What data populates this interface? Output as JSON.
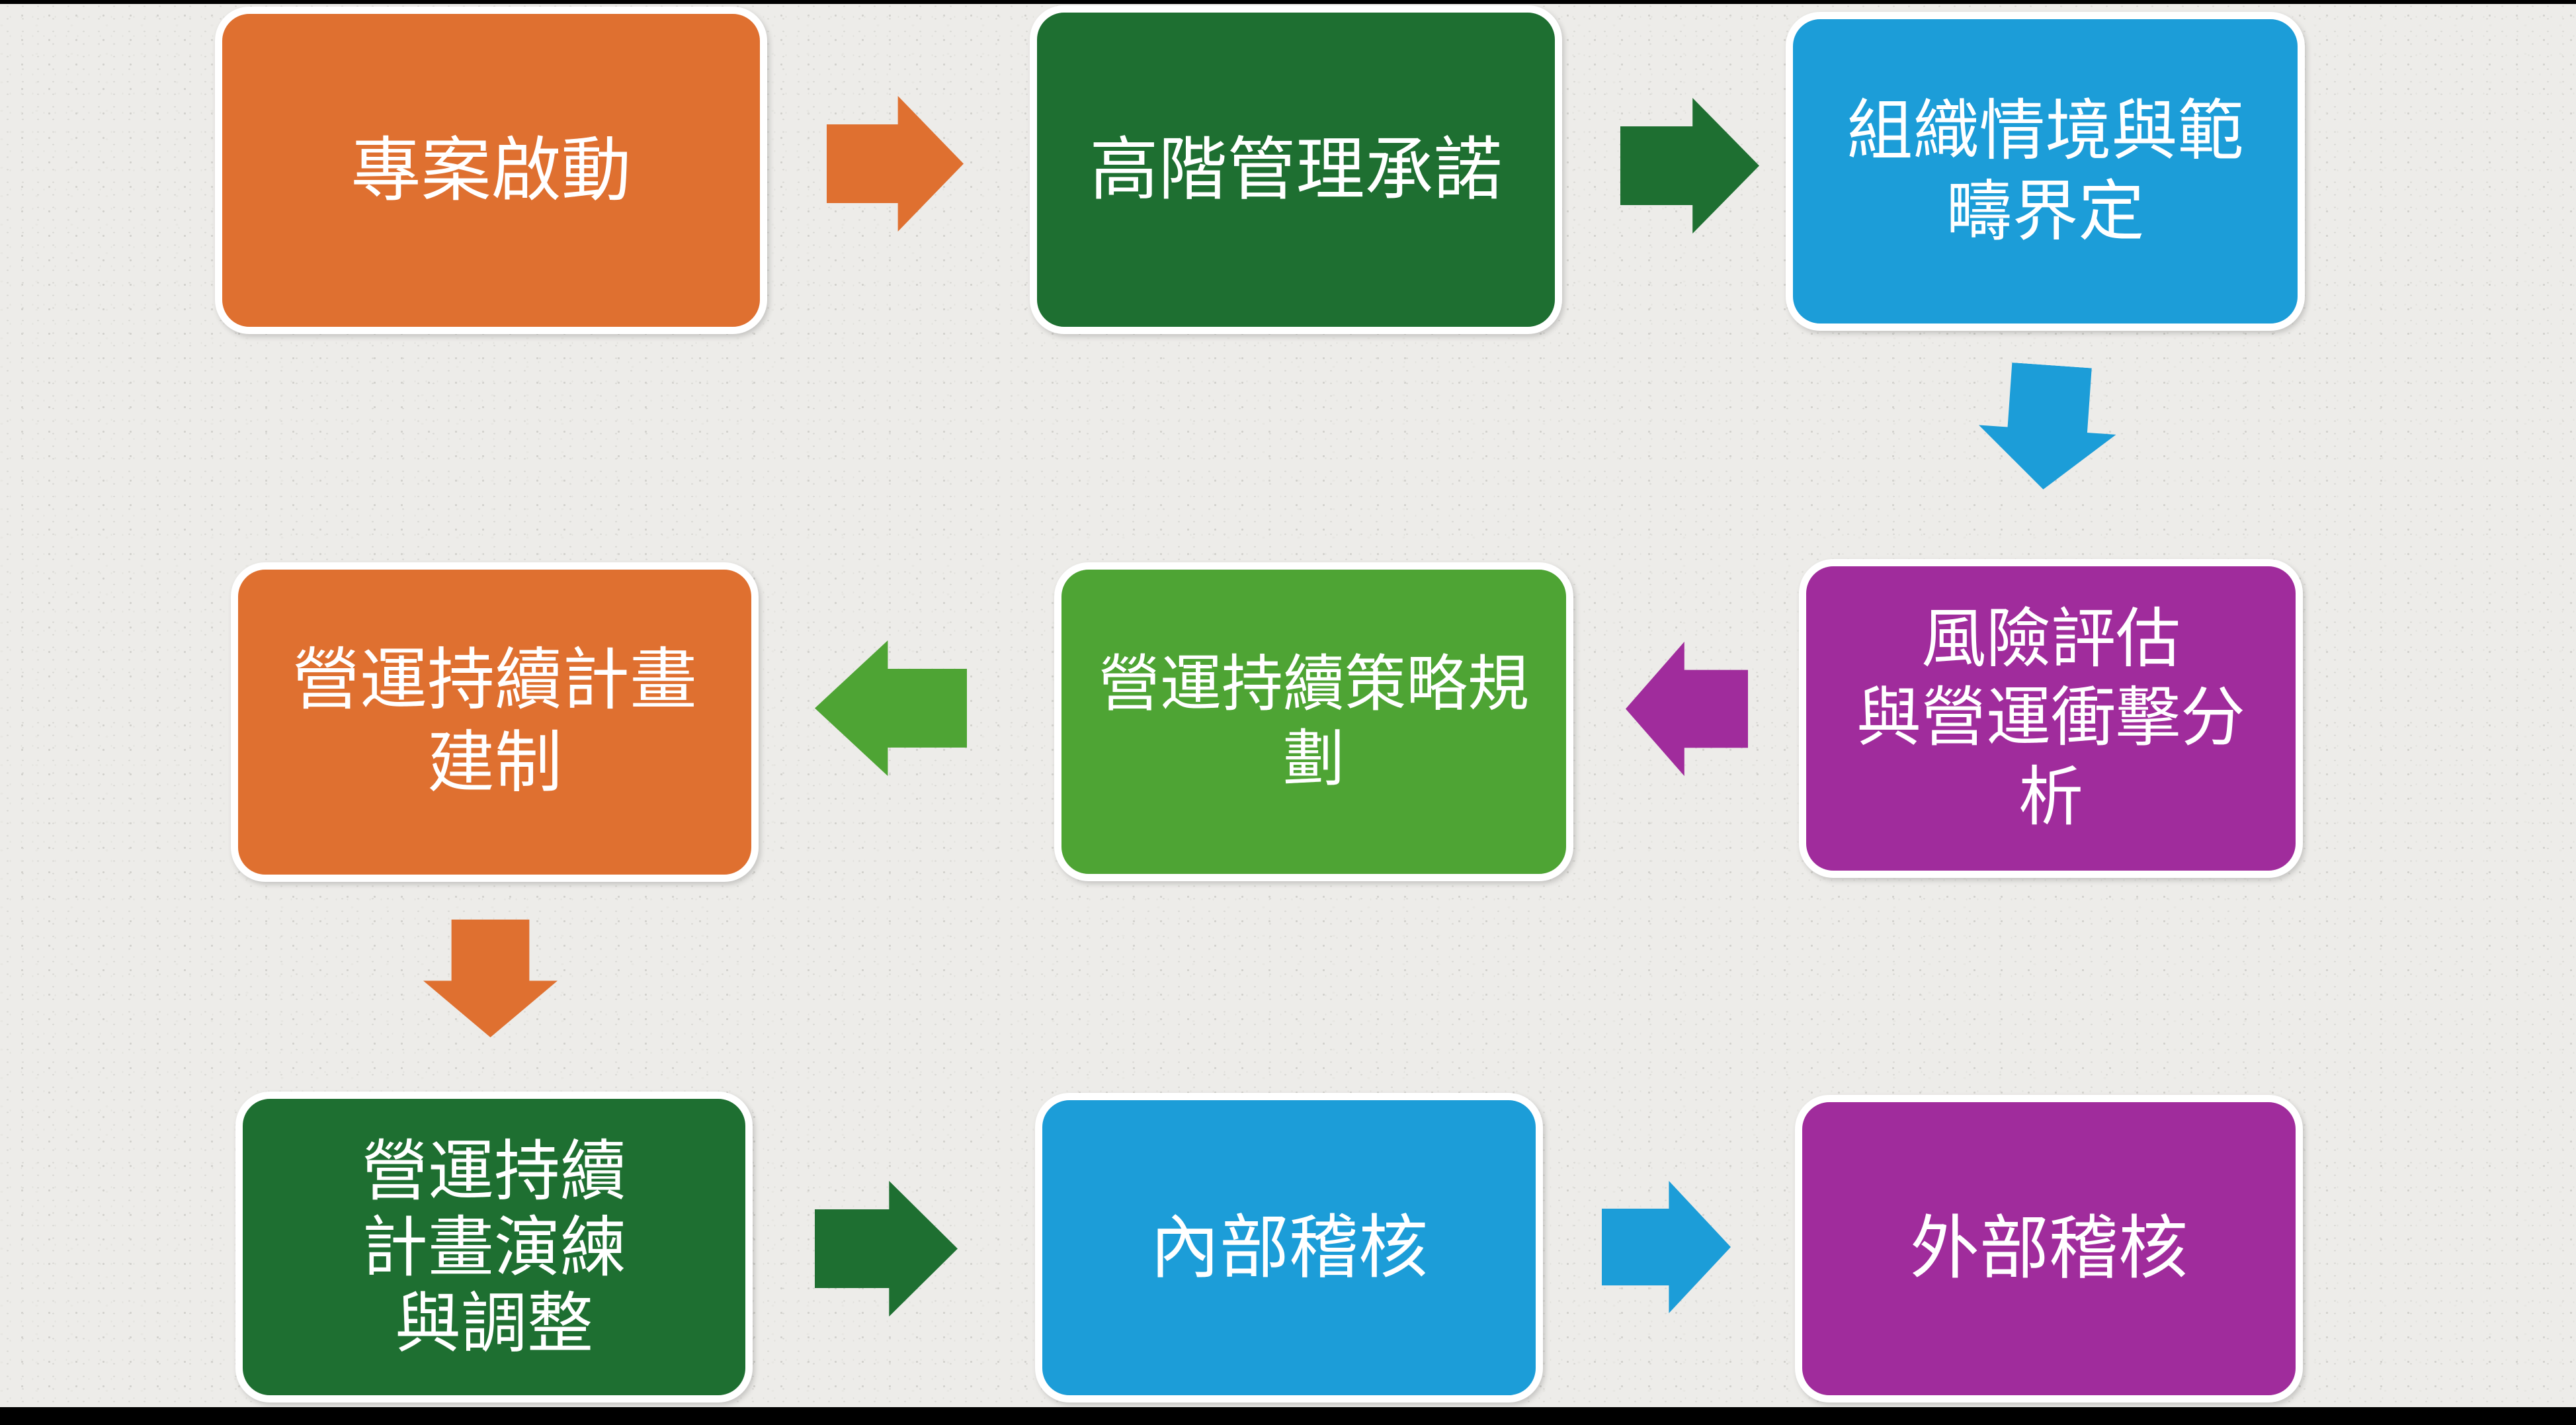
{
  "diagram": {
    "background_color": "#EDECE9",
    "frame": {
      "top_line_color": "#000000",
      "bottom_bar_color": "#000000"
    },
    "steps": [
      {
        "label": "專案啟動",
        "color": "#DF7030"
      },
      {
        "label": "高階管理承諾",
        "color": "#1E6F31"
      },
      {
        "label": "組織情境與範\n疇界定",
        "color": "#1C9DD8"
      },
      {
        "label": "風險評估\n與營運衝擊分\n析",
        "color": "#A02C9C"
      },
      {
        "label": "營運持續策略規\n劃",
        "color": "#4EA434"
      },
      {
        "label": "營運持續計畫\n建制",
        "color": "#DF7030"
      },
      {
        "label": "營運持續\n計畫演練\n與調整",
        "color": "#1E6F31"
      },
      {
        "label": "內部稽核",
        "color": "#1C9DD8"
      },
      {
        "label": "外部稽核",
        "color": "#A02C9C"
      }
    ],
    "arrows": [
      {
        "from": "專案啟動",
        "to": "高階管理承諾",
        "direction": "right",
        "color": "#DF7030"
      },
      {
        "from": "高階管理承諾",
        "to": "組織情境與範疇界定",
        "direction": "right",
        "color": "#1E6F31"
      },
      {
        "from": "組織情境與範疇界定",
        "to": "風險評估與營運衝擊分析",
        "direction": "down",
        "color": "#1C9DD8"
      },
      {
        "from": "風險評估與營運衝擊分析",
        "to": "營運持續策略規劃",
        "direction": "left",
        "color": "#A02C9C"
      },
      {
        "from": "營運持續策略規劃",
        "to": "營運持續計畫建制",
        "direction": "left",
        "color": "#4EA434"
      },
      {
        "from": "營運持續計畫建制",
        "to": "營運持續計畫演練與調整",
        "direction": "down",
        "color": "#DF7030"
      },
      {
        "from": "營運持續計畫演練與調整",
        "to": "內部稽核",
        "direction": "right",
        "color": "#1E6F31"
      },
      {
        "from": "內部稽核",
        "to": "外部稽核",
        "direction": "right",
        "color": "#1C9DD8"
      }
    ]
  }
}
